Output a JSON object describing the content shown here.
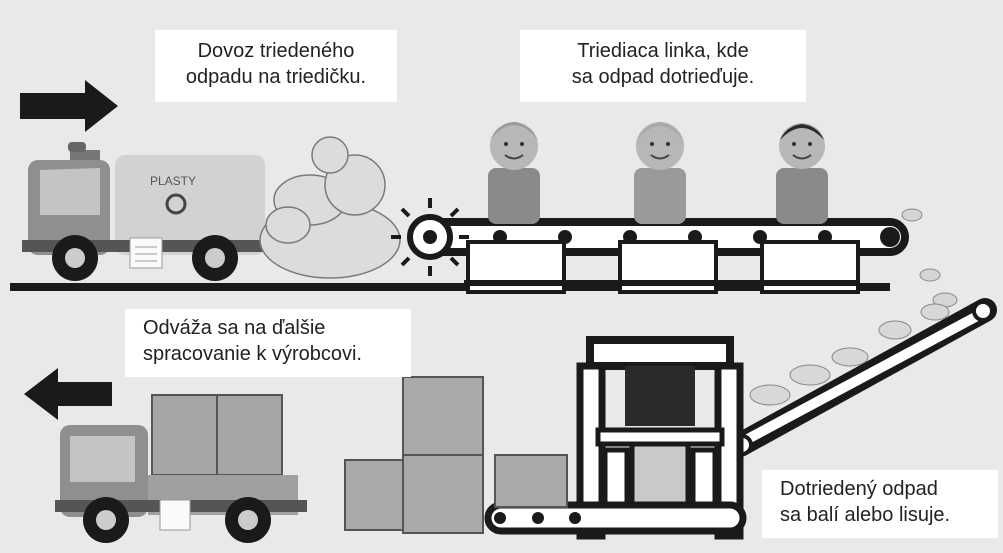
{
  "labels": {
    "delivery": {
      "line1": "Dovoz triedeného",
      "line2": "odpadu na triedičku."
    },
    "sorting": {
      "line1": "Triediaca linka, kde",
      "line2": "sa odpad dotrieďuje."
    },
    "transport": {
      "line1": "Odváža sa na ďalšie",
      "line2": "spracovanie k výrobcovi."
    },
    "baling": {
      "line1": "Dotriedený odpad",
      "line2": "sa balí alebo lisuje."
    }
  },
  "truck": {
    "sign": "PLASTY"
  },
  "icons": [
    "arrow-right-icon",
    "arrow-left-icon",
    "recycling-icon",
    "gear-icon"
  ],
  "colors": {
    "background": "#e9e9e9",
    "ink": "#1a1a1a",
    "truck_gray": "#8c8c8c",
    "skin": "#b7b7b7"
  }
}
